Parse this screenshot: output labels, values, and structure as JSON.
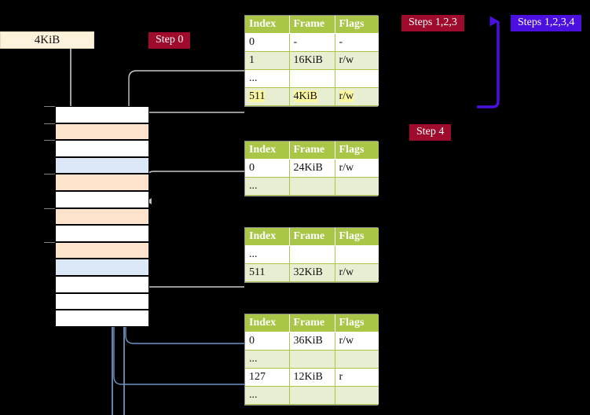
{
  "diagram": {
    "title": "page-table-walk",
    "background": "#000000",
    "accent_green": "#a9c646",
    "accent_crimson": "#9e0b2c",
    "accent_blue": "#4b10e0",
    "highlight_yellow": "#fbf7a0",
    "row_peach": "#fde2cc",
    "row_blue": "#dce8f8"
  },
  "labels": {
    "page_size": "4KiB",
    "step0": "Step 0",
    "step4": "Step 4",
    "steps123": "Steps 1,2,3",
    "steps1234": "Steps 1,2,3,4"
  },
  "table_headers": [
    "Index",
    "Frame",
    "Flags"
  ],
  "tables": [
    {
      "name": "pml4-table",
      "rows": [
        {
          "index": "0",
          "frame": "-",
          "flags": "-",
          "alt": false,
          "highlight": false
        },
        {
          "index": "1",
          "frame": "16KiB",
          "flags": "r/w",
          "alt": true,
          "highlight": false
        },
        {
          "index": "...",
          "frame": "",
          "flags": "",
          "alt": false,
          "highlight": false
        },
        {
          "index": "511",
          "frame": "4KiB",
          "flags": "r/w",
          "alt": true,
          "highlight": true
        }
      ]
    },
    {
      "name": "pdpt-table",
      "rows": [
        {
          "index": "0",
          "frame": "24KiB",
          "flags": "r/w",
          "alt": false,
          "highlight": false
        },
        {
          "index": "...",
          "frame": "",
          "flags": "",
          "alt": true,
          "highlight": false
        }
      ]
    },
    {
      "name": "pd-table",
      "rows": [
        {
          "index": "...",
          "frame": "",
          "flags": "",
          "alt": false,
          "highlight": false
        },
        {
          "index": "511",
          "frame": "32KiB",
          "flags": "r/w",
          "alt": true,
          "highlight": false
        }
      ]
    },
    {
      "name": "pt-table",
      "rows": [
        {
          "index": "0",
          "frame": "36KiB",
          "flags": "r/w",
          "alt": false,
          "highlight": false
        },
        {
          "index": "...",
          "frame": "",
          "flags": "",
          "alt": true,
          "highlight": false
        },
        {
          "index": "127",
          "frame": "12KiB",
          "flags": "r",
          "alt": false,
          "highlight": false
        },
        {
          "index": "...",
          "frame": "",
          "flags": "",
          "alt": true,
          "highlight": false
        }
      ]
    }
  ],
  "memory_rows": [
    {
      "fill": "white"
    },
    {
      "fill": "peach"
    },
    {
      "fill": "white"
    },
    {
      "fill": "blue"
    },
    {
      "fill": "peach"
    },
    {
      "fill": "white"
    },
    {
      "fill": "peach"
    },
    {
      "fill": "white"
    },
    {
      "fill": "peach"
    },
    {
      "fill": "blue"
    },
    {
      "fill": "white"
    },
    {
      "fill": "white"
    },
    {
      "fill": "white"
    }
  ]
}
